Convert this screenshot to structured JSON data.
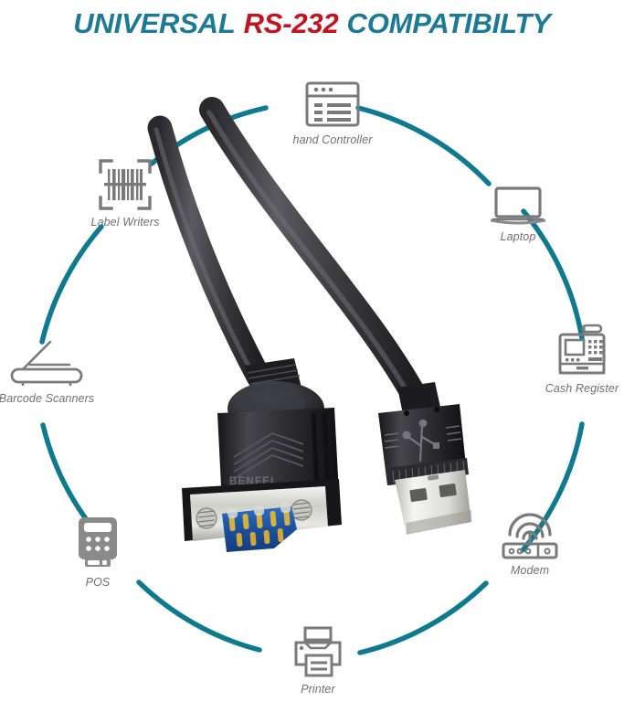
{
  "title": {
    "part1": "UNIVERSAL",
    "part2": "RS-232",
    "part3": "COMPATIBILTY",
    "color_teal": "#1b7a96",
    "color_red": "#c4121f"
  },
  "theme": {
    "ring_color": "#0e7a90",
    "icon_color": "#7a7a7a",
    "label_color": "#6f6f6f",
    "background": "#ffffff"
  },
  "devices": [
    {
      "id": "hand-controller",
      "label": "hand Controller",
      "icon": "window-list-icon",
      "angle_deg": 270
    },
    {
      "id": "laptop",
      "label": "Laptop",
      "icon": "laptop-icon",
      "angle_deg": 315
    },
    {
      "id": "cash-register",
      "label": "Cash Register",
      "icon": "cash-register-icon",
      "angle_deg": 0
    },
    {
      "id": "modem",
      "label": "Modem",
      "icon": "router-wifi-icon",
      "angle_deg": 45
    },
    {
      "id": "printer",
      "label": "Printer",
      "icon": "printer-icon",
      "angle_deg": 90
    },
    {
      "id": "pos",
      "label": "POS",
      "icon": "pos-terminal-icon",
      "angle_deg": 135
    },
    {
      "id": "barcode-scanners",
      "label": "Barcode Scanners",
      "icon": "flatbed-scanner-icon",
      "angle_deg": 180
    },
    {
      "id": "label-writers",
      "label": "Label Writers",
      "icon": "barcode-scan-icon",
      "angle_deg": 225
    }
  ],
  "product": {
    "brand_text": "BENFEI",
    "connector_a": "DB9 serial male connector",
    "connector_b": "USB-A male connector",
    "cable_color": "#3a3a3e"
  }
}
